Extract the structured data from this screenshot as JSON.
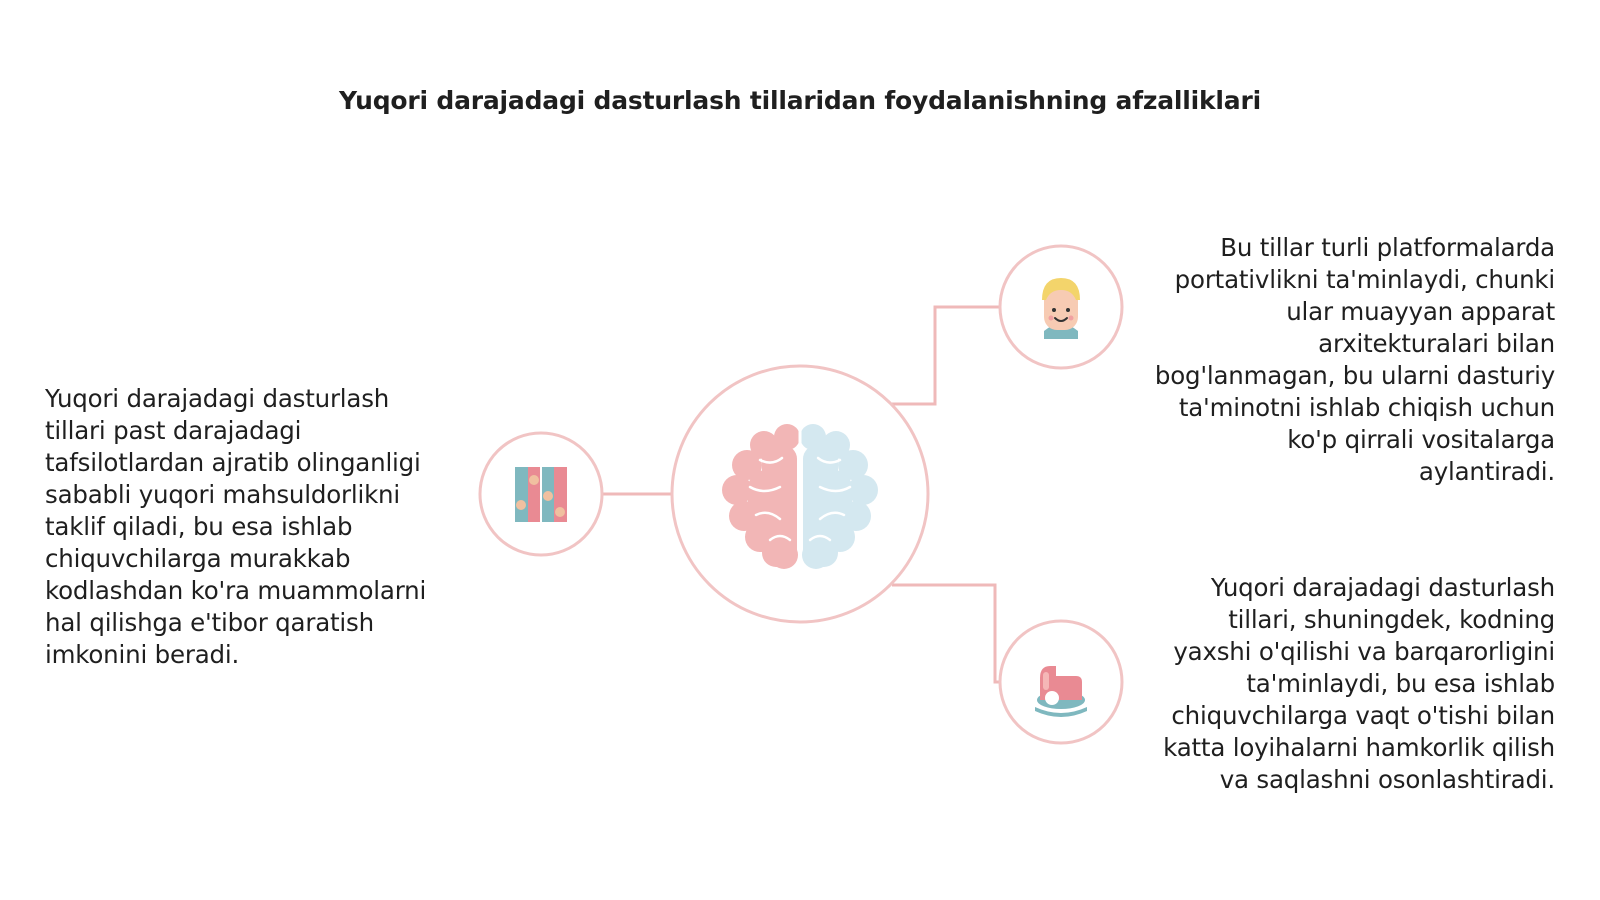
{
  "title": "Yuqori darajadagi dasturlash tillaridan foydalanishning afzalliklari",
  "colors": {
    "ring": "#f1c4c4",
    "connector": "#efb9b9",
    "brain_left": "#f2b6b6",
    "brain_right": "#d4e8f0",
    "teal": "#7fb8bf",
    "pink": "#e98a93"
  },
  "center": {
    "icon": "brain-icon"
  },
  "nodes": [
    {
      "icon": "puzzle-icon",
      "text": "Yuqori darajadagi dasturlash tillari past darajadagi tafsilotlardan ajratib olinganligi sababli yuqori mahsuldorlikni taklif qiladi, bu esa ishlab chiquvchilarga murakkab kodlashdan ko'ra muammolarni hal qilishga e'tibor qaratish imkonini beradi."
    },
    {
      "icon": "child-face-icon",
      "text": "Bu tillar turli platformalarda portativlikni ta'minlaydi, chunki ular muayyan apparat arxitekturalari bilan bog'lanmagan, bu ularni dasturiy ta'minotni ishlab chiqish uchun ko'p qirrali vositalarga aylantiradi."
    },
    {
      "icon": "rocking-horse-icon",
      "text": "Yuqori darajadagi dasturlash tillari, shuningdek, kodning yaxshi o'qilishi va barqarorligini ta'minlaydi, bu esa ishlab chiquvchilarga vaqt o'tishi bilan katta loyihalarni hamkorlik qilish va saqlashni osonlashtiradi."
    }
  ]
}
